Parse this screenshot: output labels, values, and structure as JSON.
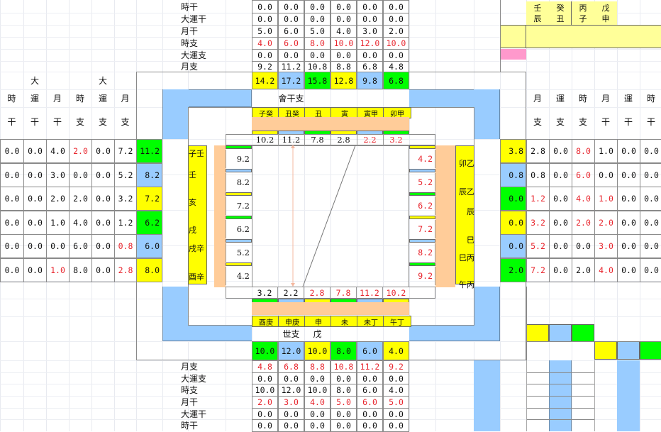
{
  "top_table": {
    "labels": [
      "時干",
      "大運干",
      "月干",
      "時支",
      "大運支",
      "月支"
    ],
    "rows": [
      {
        "label": "時干",
        "values": [
          "0.0",
          "0.0",
          "0.0",
          "0.0",
          "0.0",
          "0.0"
        ],
        "red": false
      },
      {
        "label": "大運干",
        "values": [
          "0.0",
          "0.0",
          "0.0",
          "0.0",
          "0.0",
          "0.0"
        ],
        "red": false
      },
      {
        "label": "月干",
        "values": [
          "5.0",
          "6.0",
          "5.0",
          "4.0",
          "3.0",
          "2.0"
        ],
        "red": false
      },
      {
        "label": "時支",
        "values": [
          "4.0",
          "6.0",
          "8.0",
          "10.0",
          "12.0",
          "10.0"
        ],
        "red": true
      },
      {
        "label": "大運支",
        "values": [
          "0.0",
          "0.0",
          "0.0",
          "0.0",
          "0.0",
          "0.0"
        ],
        "red": false
      },
      {
        "label": "月支",
        "values": [
          "9.2",
          "11.2",
          "10.8",
          "8.8",
          "6.8",
          "4.8"
        ],
        "red": false
      }
    ],
    "totals": [
      "14.2",
      "17.2",
      "15.8",
      "12.8",
      "9.8",
      "6.8"
    ]
  },
  "bottom_table": {
    "totals": [
      "10.0",
      "12.0",
      "10.0",
      "8.0",
      "6.0",
      "4.0"
    ],
    "rows": [
      {
        "label": "月支",
        "values": [
          "4.8",
          "6.8",
          "8.8",
          "10.8",
          "11.2",
          "9.2"
        ],
        "red": true
      },
      {
        "label": "大運支",
        "values": [
          "0.0",
          "0.0",
          "0.0",
          "0.0",
          "0.0",
          "0.0"
        ],
        "red": false
      },
      {
        "label": "時支",
        "values": [
          "10.0",
          "12.0",
          "10.0",
          "8.0",
          "6.0",
          "4.0"
        ],
        "red": false
      },
      {
        "label": "月干",
        "values": [
          "2.0",
          "3.0",
          "4.0",
          "5.0",
          "6.0",
          "5.0"
        ],
        "red": true
      },
      {
        "label": "大運干",
        "values": [
          "0.0",
          "0.0",
          "0.0",
          "0.0",
          "0.0",
          "0.0"
        ],
        "red": false
      },
      {
        "label": "時干",
        "values": [
          "0.0",
          "0.0",
          "0.0",
          "0.0",
          "0.0",
          "0.0"
        ],
        "red": false
      }
    ]
  },
  "left_table": {
    "header_row1": [
      "",
      "大",
      "",
      "",
      "大",
      ""
    ],
    "header_row2": [
      "時",
      "運",
      "月",
      "時",
      "運",
      "月"
    ],
    "header_row3": [
      "干",
      "干",
      "干",
      "支",
      "支",
      "支"
    ],
    "rows": [
      {
        "values": [
          "0.0",
          "0.0",
          "4.0",
          "2.0",
          "0.0",
          "7.2"
        ],
        "red": [
          false,
          false,
          false,
          true,
          false,
          false
        ],
        "total": "11.2"
      },
      {
        "values": [
          "0.0",
          "0.0",
          "3.0",
          "0.0",
          "0.0",
          "5.2"
        ],
        "red": [
          false,
          false,
          false,
          false,
          false,
          false
        ],
        "total": "8.2"
      },
      {
        "values": [
          "0.0",
          "0.0",
          "2.0",
          "2.0",
          "0.0",
          "3.2"
        ],
        "red": [
          false,
          false,
          false,
          false,
          false,
          false
        ],
        "total": "7.2"
      },
      {
        "values": [
          "0.0",
          "0.0",
          "1.0",
          "4.0",
          "0.0",
          "1.2"
        ],
        "red": [
          false,
          false,
          false,
          false,
          false,
          false
        ],
        "total": "6.2"
      },
      {
        "values": [
          "0.0",
          "0.0",
          "0.0",
          "6.0",
          "0.0",
          "0.8"
        ],
        "red": [
          false,
          false,
          false,
          false,
          false,
          true
        ],
        "total": "6.0"
      },
      {
        "values": [
          "0.0",
          "0.0",
          "1.0",
          "8.0",
          "0.0",
          "2.8"
        ],
        "red": [
          false,
          false,
          true,
          false,
          false,
          true
        ],
        "total": "8.0"
      }
    ]
  },
  "right_table": {
    "header_row2": [
      "月",
      "運",
      "時",
      "月",
      "運",
      "時"
    ],
    "header_row3": [
      "支",
      "支",
      "支",
      "干",
      "干",
      "干"
    ],
    "rows": [
      {
        "total": "3.8",
        "values": [
          "2.8",
          "0.0",
          "8.0",
          "1.0",
          "0.0",
          "0.0"
        ],
        "red": [
          false,
          false,
          true,
          false,
          false,
          false
        ]
      },
      {
        "total": "0.8",
        "values": [
          "0.8",
          "0.0",
          "6.0",
          "0.0",
          "0.0",
          "0.0"
        ],
        "red": [
          false,
          false,
          true,
          false,
          false,
          false
        ]
      },
      {
        "total": "0.0",
        "values": [
          "1.2",
          "0.0",
          "4.0",
          "1.0",
          "0.0",
          "0.0"
        ],
        "red": [
          true,
          false,
          true,
          true,
          false,
          false
        ]
      },
      {
        "total": "0.0",
        "values": [
          "3.2",
          "0.0",
          "2.0",
          "2.0",
          "0.0",
          "0.0"
        ],
        "red": [
          true,
          false,
          true,
          true,
          false,
          false
        ]
      },
      {
        "total": "0.0",
        "values": [
          "5.2",
          "0.0",
          "0.0",
          "3.0",
          "0.0",
          "0.0"
        ],
        "red": [
          true,
          false,
          false,
          true,
          false,
          false
        ]
      },
      {
        "total": "2.0",
        "values": [
          "7.2",
          "0.0",
          "2.0",
          "4.0",
          "0.0",
          "0.0"
        ],
        "red": [
          true,
          false,
          false,
          true,
          false,
          false
        ]
      }
    ]
  },
  "center": {
    "top_header_label": "會干支",
    "top_branches": [
      "子癸",
      "丑癸",
      "丑",
      "寅",
      "寅甲",
      "卯甲"
    ],
    "top_values": [
      "10.2",
      "11.2",
      "7.8",
      "2.8",
      "2.2",
      "3.2"
    ],
    "top_values_red": [
      false,
      false,
      false,
      false,
      true,
      true
    ],
    "left_values": [
      "9.2",
      "8.2",
      "7.2",
      "6.2",
      "5.2",
      "4.2"
    ],
    "right_values": [
      "4.2",
      "5.2",
      "6.2",
      "7.2",
      "8.2",
      "9.2"
    ],
    "bottom_values": [
      "3.2",
      "2.2",
      "2.8",
      "7.8",
      "11.2",
      "10.2"
    ],
    "bottom_values_red": [
      false,
      false,
      true,
      true,
      true,
      true
    ],
    "bottom_branches": [
      "酉庚",
      "申庚",
      "申",
      "未",
      "未丁",
      "午丁"
    ],
    "bottom_label": "世支",
    "bottom_label_value": "戊",
    "left_branches": [
      "子壬",
      "壬",
      "亥",
      "戌",
      "戌辛",
      "酉辛"
    ],
    "right_branches": [
      "卯乙",
      "辰乙",
      "辰",
      "巳",
      "巳丙",
      "午丙"
    ]
  },
  "pillars_box": {
    "row1": [
      "壬",
      "癸",
      "丙",
      "戊"
    ],
    "row2": [
      "辰",
      "丑",
      "子",
      "申"
    ]
  },
  "colors": {
    "yellow": "#ffff00",
    "blue": "#99ccff",
    "green": "#00ff00",
    "peach": "#ffcc99",
    "pale_yellow": "#ffff99",
    "pink": "#ff99cc",
    "red_text": "#e8262e"
  }
}
